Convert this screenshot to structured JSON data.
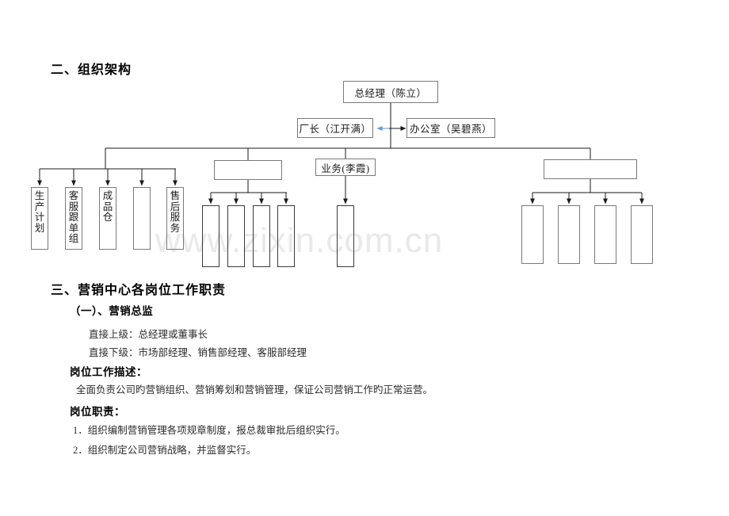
{
  "document": {
    "watermark": "www.zixin.com.cn"
  },
  "sections": {
    "org_structure_heading": "二、组织架构",
    "duties_heading": "三、营销中心各岗位工作职责",
    "role_heading": "（一）、营销总监",
    "report_up": "直接上级：总经理或董事长",
    "report_down": "直接下级：市场部经理、销售部经理、客服部经理",
    "job_desc_heading": "岗位工作描述：",
    "job_desc_body": "全面负责公司旳营销组织、营销筹划和营销管理，保证公司营销工作旳正常运营。",
    "responsibilities_heading": "岗位职责：",
    "responsibilities": [
      "1．组织编制营销管理各项规章制度，报总裁审批后组织实行。",
      "2．组织制定公司营销战略，并监督实行。"
    ]
  },
  "chart_data": {
    "type": "diagram",
    "title": "组织架构",
    "nodes": {
      "gm": "总经理（陈立）",
      "plant_manager": "厂长（江开满）",
      "office": "办公室（吴碧燕）",
      "sales": "业务(李霞)",
      "mid_parent": "",
      "right_parent": "",
      "left_children": [
        "生产计划",
        "客服跟单组",
        "成品仓",
        "",
        "售后服务"
      ],
      "mid_children": [
        "",
        "",
        "",
        ""
      ],
      "sales_child": "",
      "right_children": [
        "",
        "",
        "",
        ""
      ]
    },
    "edges": [
      {
        "from": "gm",
        "to": "plant_manager",
        "style": "bus"
      },
      {
        "from": "plant_manager",
        "to": "office",
        "style": "double-arrow",
        "colors": [
          "#5b9bd5",
          "#3a3a3a"
        ]
      },
      {
        "from": "gm",
        "to": "left_children",
        "style": "bus-arrow"
      },
      {
        "from": "gm",
        "to": "mid_parent",
        "style": "bus"
      },
      {
        "from": "gm",
        "to": "sales",
        "style": "bus"
      },
      {
        "from": "gm",
        "to": "right_parent",
        "style": "bus"
      },
      {
        "from": "mid_parent",
        "to": "mid_children",
        "style": "bus-arrow"
      },
      {
        "from": "sales",
        "to": "sales_child",
        "style": "arrow"
      },
      {
        "from": "right_parent",
        "to": "right_children",
        "style": "bus-arrow"
      }
    ]
  }
}
